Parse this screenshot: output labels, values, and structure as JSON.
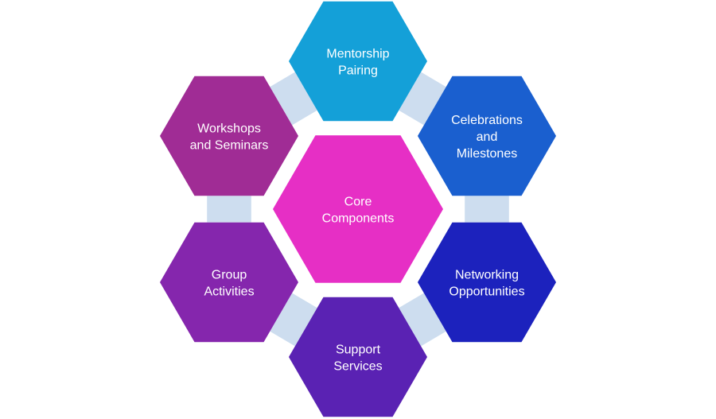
{
  "diagram": {
    "center": {
      "lines": [
        "Core",
        "Components"
      ],
      "color": "#e62fc5"
    },
    "nodes": [
      {
        "id": "mentorship-pairing",
        "lines": [
          "Mentorship",
          "Pairing"
        ],
        "color": "#14a0d8"
      },
      {
        "id": "celebrations-and-milestones",
        "lines": [
          "Celebrations",
          "and",
          "Milestones"
        ],
        "color": "#1a5fcf"
      },
      {
        "id": "networking-opportunities",
        "lines": [
          "Networking",
          "Opportunities"
        ],
        "color": "#1c22bd"
      },
      {
        "id": "support-services",
        "lines": [
          "Support",
          "Services"
        ],
        "color": "#5a22b3"
      },
      {
        "id": "group-activities",
        "lines": [
          "Group",
          "Activities"
        ],
        "color": "#8526ad"
      },
      {
        "id": "workshops-and-seminars",
        "lines": [
          "Workshops",
          "and Seminars"
        ],
        "color": "#a02c95"
      }
    ],
    "connector_color": "#cdddef"
  }
}
